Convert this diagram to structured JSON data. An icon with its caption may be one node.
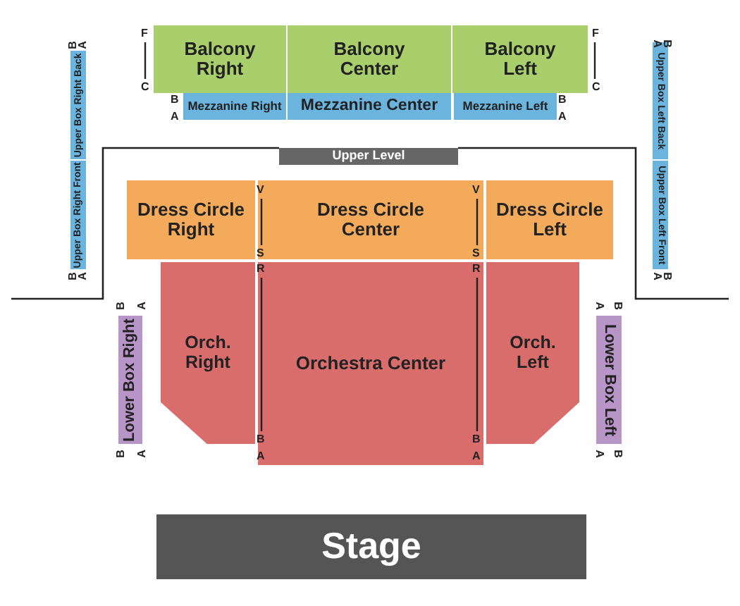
{
  "diagram": {
    "nodes": [
      {
        "text": [
          "Balcony Right"
        ]
      },
      {
        "text": [
          "Balcony Center"
        ]
      },
      {
        "text": [
          "Balcony Left"
        ]
      },
      {
        "text": [
          "Mezzanine Right"
        ]
      },
      {
        "text": [
          "Mezzanine Center"
        ]
      },
      {
        "text": [
          "Mezzanine Left"
        ]
      },
      {
        "text": [
          "Upper Box Right Back"
        ]
      },
      {
        "text": [
          "Upper Box Right Front"
        ]
      },
      {
        "text": [
          "Upper Box Left Back"
        ]
      },
      {
        "text": [
          "Upper Box Left Front"
        ]
      },
      {
        "text": [
          "Upper Level"
        ]
      },
      {
        "text": [
          "Dress Circle Right"
        ]
      },
      {
        "text": [
          "Dress Circle Center"
        ]
      },
      {
        "text": [
          "Dress Circle Left"
        ]
      },
      {
        "text": [
          "Orch. Right"
        ]
      },
      {
        "text": [
          "Orchestra Center"
        ]
      },
      {
        "text": [
          "Orch. Left"
        ]
      },
      {
        "text": [
          "Lower Box Right"
        ]
      },
      {
        "text": [
          "Lower Box Left"
        ]
      },
      {
        "text": [
          "Stage"
        ]
      }
    ],
    "labels": [
      "F",
      "C",
      "F",
      "C",
      "B",
      "A",
      "B",
      "A",
      "B",
      "A",
      "B",
      "A",
      "A",
      "B",
      "A",
      "B",
      "V",
      "S",
      "R",
      "B",
      "A",
      "V",
      "S",
      "R",
      "B",
      "A",
      "B",
      "A",
      "B",
      "A",
      "A",
      "B",
      "A",
      "B"
    ]
  }
}
